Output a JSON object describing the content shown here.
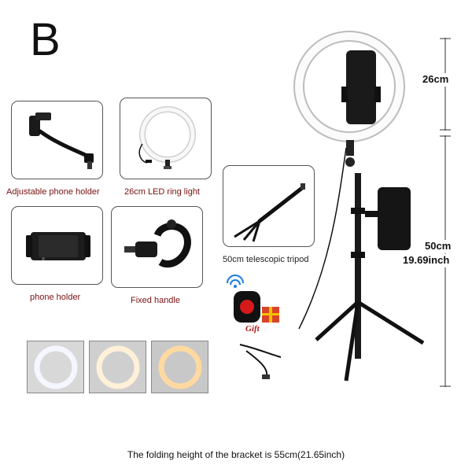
{
  "header": {
    "variant_letter": "B"
  },
  "accessories": {
    "phone_holder_adjustable": "Adjustable phone holder",
    "ring_light": "26cm LED ring light",
    "phone_holder": "phone holder",
    "fixed_handle": "Fixed handle",
    "tripod": "50cm telescopic tripod",
    "gift": "Gift"
  },
  "dimensions": {
    "ring_diameter": "26cm",
    "stand_height_cm": "50cm",
    "stand_height_inch": "19.69inch"
  },
  "footer": {
    "caption": "The folding height of the bracket is 55cm(21.65inch)"
  },
  "colors": {
    "label_red": "#7a1010",
    "light_warm": "#ffd9a0",
    "light_cool": "#f4f7ff",
    "light_neutral": "#fff0d8"
  }
}
